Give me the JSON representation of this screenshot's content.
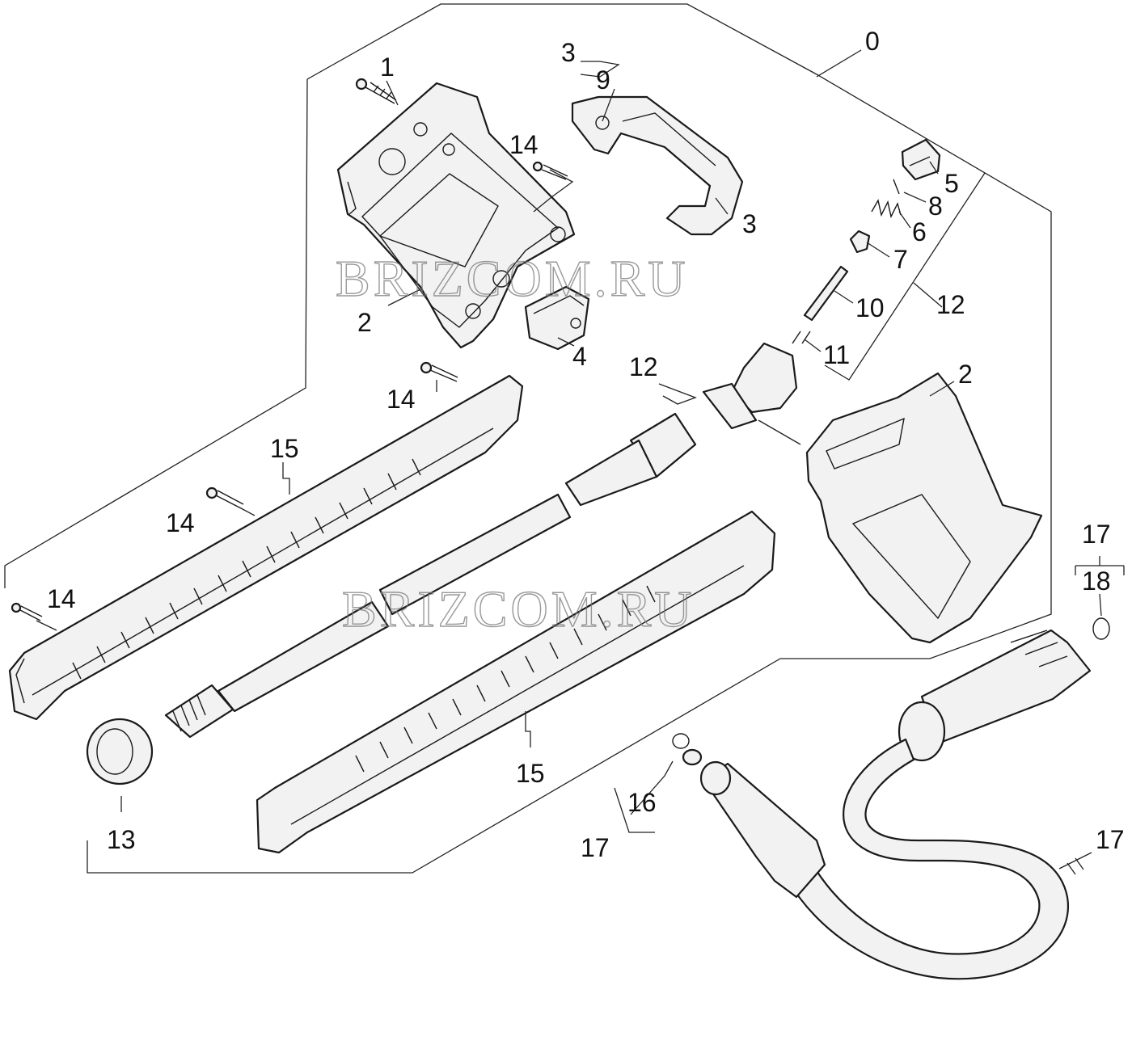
{
  "watermark": "BRIZCOM.RU",
  "callouts": [
    {
      "id": "c0",
      "text": "0"
    },
    {
      "id": "c1",
      "text": "1"
    },
    {
      "id": "c3a",
      "text": "3"
    },
    {
      "id": "c9",
      "text": "9"
    },
    {
      "id": "c14a",
      "text": "14"
    },
    {
      "id": "c3b",
      "text": "3"
    },
    {
      "id": "c5",
      "text": "5"
    },
    {
      "id": "c8",
      "text": "8"
    },
    {
      "id": "c6",
      "text": "6"
    },
    {
      "id": "c7",
      "text": "7"
    },
    {
      "id": "c10",
      "text": "10"
    },
    {
      "id": "c12a",
      "text": "12"
    },
    {
      "id": "c11",
      "text": "11"
    },
    {
      "id": "c2a",
      "text": "2"
    },
    {
      "id": "c4",
      "text": "4"
    },
    {
      "id": "c12b",
      "text": "12"
    },
    {
      "id": "c2b",
      "text": "2"
    },
    {
      "id": "c14b",
      "text": "14"
    },
    {
      "id": "c15a",
      "text": "15"
    },
    {
      "id": "c14c",
      "text": "14"
    },
    {
      "id": "c14d",
      "text": "14"
    },
    {
      "id": "c17a",
      "text": "17"
    },
    {
      "id": "c18",
      "text": "18"
    },
    {
      "id": "c15b",
      "text": "15"
    },
    {
      "id": "c16",
      "text": "16"
    },
    {
      "id": "c17b",
      "text": "17"
    },
    {
      "id": "c13",
      "text": "13"
    },
    {
      "id": "c17c",
      "text": "17"
    }
  ]
}
